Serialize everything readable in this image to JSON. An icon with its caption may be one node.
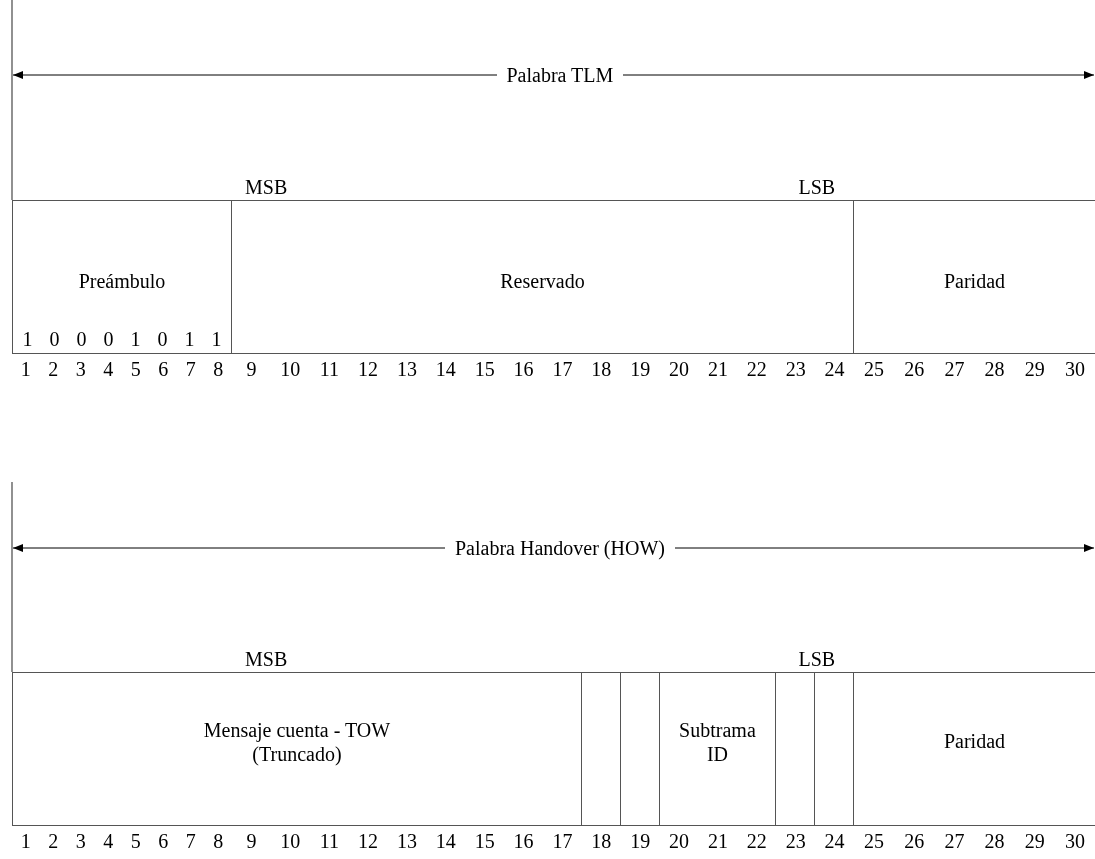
{
  "diagram": {
    "nodes": [
      {
        "text": [
          "Preámbulo",
          "1 0 0 0 1 0 1 1"
        ]
      },
      {
        "text": [
          "Reservado"
        ]
      },
      {
        "text": [
          "Paridad"
        ]
      },
      {
        "text": [
          "Mensaje cuenta - TOW (Truncado)"
        ]
      },
      {
        "text": [],
        "shape": "box"
      },
      {
        "text": [],
        "shape": "box"
      },
      {
        "text": [
          "Subtrama ID"
        ]
      },
      {
        "text": [],
        "shape": "box"
      },
      {
        "text": [],
        "shape": "box"
      },
      {
        "text": [
          "Paridad"
        ]
      }
    ],
    "edges": [],
    "labels": [
      "Palabra TLM",
      "MSB",
      "LSB",
      "1",
      "2",
      "3",
      "4",
      "5",
      "6",
      "7",
      "8",
      "9",
      "10",
      "11",
      "12",
      "13",
      "14",
      "15",
      "16",
      "17",
      "18",
      "19",
      "20",
      "21",
      "22",
      "23",
      "24",
      "25",
      "26",
      "27",
      "28",
      "29",
      "30",
      "Palabra Handover (HOW)",
      "MSB",
      "LSB",
      "1",
      "2",
      "3",
      "4",
      "5",
      "6",
      "7",
      "8",
      "9",
      "10",
      "11",
      "12",
      "13",
      "14",
      "15",
      "16",
      "17",
      "18",
      "19",
      "20",
      "21",
      "22",
      "23",
      "24",
      "25",
      "26",
      "27",
      "28",
      "29",
      "30"
    ]
  }
}
